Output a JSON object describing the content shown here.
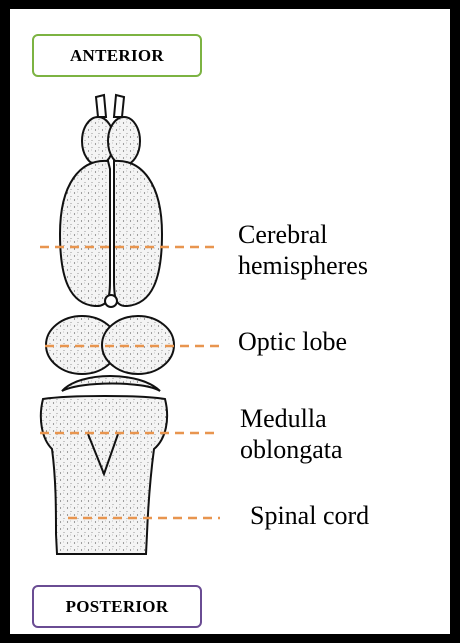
{
  "colors": {
    "frame": "#000000",
    "background": "#ffffff",
    "anterior_border": "#7cb342",
    "posterior_border": "#6a4c93",
    "leader_line": "#e8954f",
    "brain_fill": "#f2f2f2",
    "brain_outline": "#111111"
  },
  "orientation": {
    "anterior": "ANTERIOR",
    "posterior": "POSTERIOR"
  },
  "labels": [
    {
      "key": "cerebral",
      "lines": [
        "Cerebral",
        "hemispheres"
      ]
    },
    {
      "key": "optic",
      "lines": [
        "Optic lobe"
      ]
    },
    {
      "key": "medulla",
      "lines": [
        "Medulla",
        "oblongata"
      ]
    },
    {
      "key": "spinal",
      "lines": [
        "Spinal cord"
      ]
    }
  ]
}
